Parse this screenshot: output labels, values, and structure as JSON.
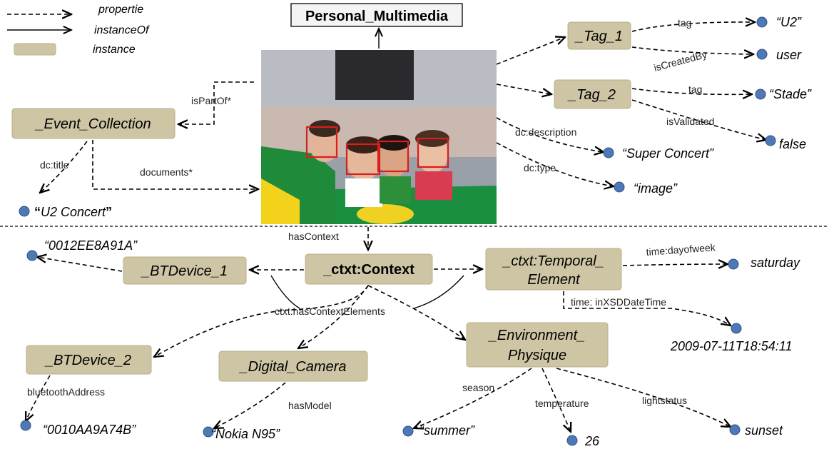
{
  "legend": {
    "property_label": "propertie",
    "instanceof_label": "instanceOf",
    "instance_label": "instance"
  },
  "top_class": "Personal_Multimedia",
  "instances": {
    "tag1": "_Tag_1",
    "tag2": "_Tag_2",
    "event_collection": "_Event_Collection",
    "context": "_ctxt:Context",
    "bt_device_1": "_BTDevice_1",
    "bt_device_2": "_BTDevice_2",
    "temporal_line1": "_ctxt:Temporal_",
    "temporal_line2": "Element",
    "environment_line1": "_Environment_",
    "environment_line2": "Physique",
    "digital_camera": "_Digital_Camera"
  },
  "properties": {
    "tag": "tag",
    "is_created_by": "isCreatedBy",
    "tag2": "tag",
    "is_validated": "isValidated",
    "dc_description": "dc:description",
    "dc_type": "dc:type",
    "is_part_of": "isPartOf*",
    "dc_title": "dc:title",
    "documents": "documents*",
    "has_context": "hasContext",
    "time_dayofweek": "time:dayofweek",
    "time_inxsd": "time: inXSDDateTime",
    "has_context_elements": "ctxt:hasContextElements",
    "bluetooth_address": "bluetoothAddress",
    "has_model": "hasModel",
    "season": "season",
    "temperature": "temperature",
    "lightstatus": "lightstatus"
  },
  "literals": {
    "u2": "“U2”",
    "user": "user",
    "stade": "“Stade”",
    "false": "false",
    "super_concert": "“Super Concert”",
    "image": "“image”",
    "u2_concert_prefix": "“",
    "u2_concert": "U2 Concert",
    "u2_concert_suffix": "”",
    "bt_addr_1": "“0012EE8A91A”",
    "bt_addr_2": "“0010AA9A74B”",
    "saturday": "saturday",
    "datetime": "2009-07-11T18:54:11",
    "nokia": "“Nokia N95”",
    "summer": "“summer”",
    "temp_value": "26",
    "sunset": "sunset"
  },
  "colors": {
    "instance_fill": "#cdc5a4",
    "node_dot": "#4f79b6",
    "face_box": "#d81e1e"
  }
}
